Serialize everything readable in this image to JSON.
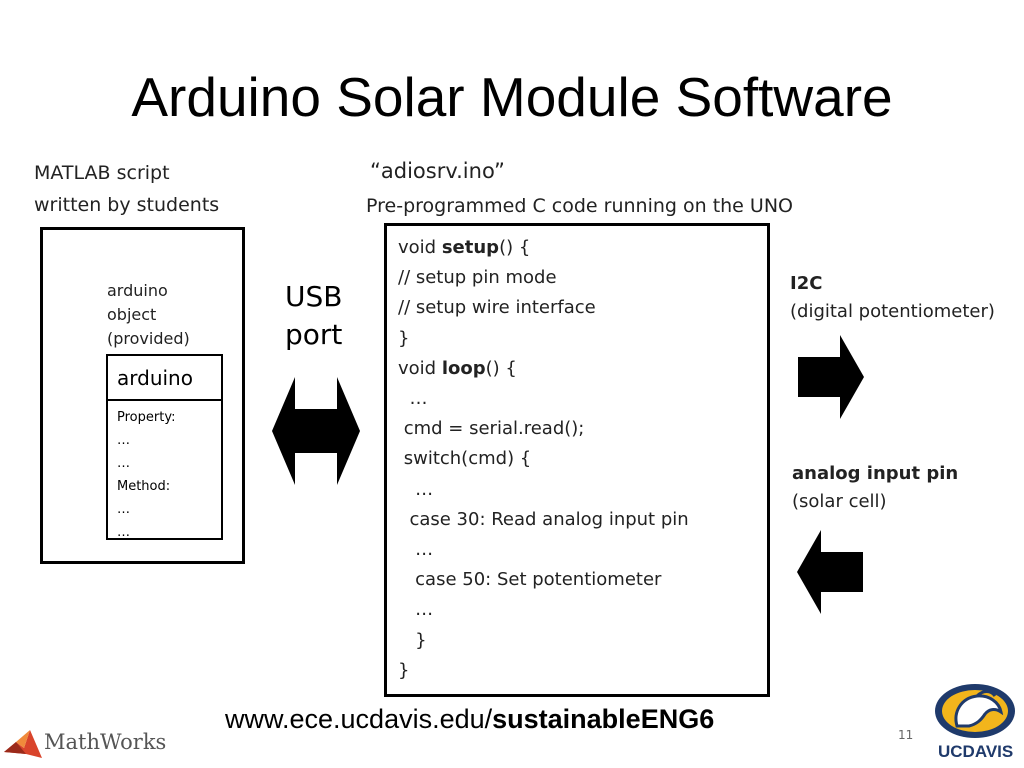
{
  "slide": {
    "title": "Arduino Solar Module Software",
    "page_number": "11",
    "url_prefix": "www.ece.ucdavis.edu/",
    "url_bold": "sustainableENG6"
  },
  "matlab": {
    "caption_line1": "MATLAB script",
    "caption_line2": "written by students",
    "object_label": [
      "arduino",
      "object",
      "(provided)"
    ],
    "class_name": "arduino",
    "members": [
      "Property:",
      "…",
      "…",
      "Method:",
      "…",
      "…"
    ]
  },
  "usb": {
    "line1": "USB",
    "line2": "port"
  },
  "sketch": {
    "filename": "“adiosrv.ino”",
    "subtitle": "Pre-programmed C code running on the UNO",
    "code": [
      {
        "pre": "void ",
        "bold": "setup",
        "post": "() {"
      },
      {
        "pre": "// setup pin mode",
        "bold": "",
        "post": ""
      },
      {
        "pre": "// setup wire interface",
        "bold": "",
        "post": ""
      },
      {
        "pre": "}",
        "bold": "",
        "post": ""
      },
      {
        "pre": "void ",
        "bold": "loop",
        "post": "() {"
      },
      {
        "pre": "  …",
        "bold": "",
        "post": ""
      },
      {
        "pre": " cmd = serial.read();",
        "bold": "",
        "post": ""
      },
      {
        "pre": " switch(cmd) {",
        "bold": "",
        "post": ""
      },
      {
        "pre": "   …",
        "bold": "",
        "post": ""
      },
      {
        "pre": "  case 30: Read analog input pin",
        "bold": "",
        "post": ""
      },
      {
        "pre": "   …",
        "bold": "",
        "post": ""
      },
      {
        "pre": "   case 50: Set potentiometer",
        "bold": "",
        "post": ""
      },
      {
        "pre": "   …",
        "bold": "",
        "post": ""
      },
      {
        "pre": "   }",
        "bold": "",
        "post": ""
      },
      {
        "pre": "}",
        "bold": "",
        "post": ""
      }
    ]
  },
  "i2c": {
    "label": "I2C",
    "detail": "(digital potentiometer)"
  },
  "analog": {
    "label": "analog input pin",
    "detail": "(solar cell)"
  },
  "logos": {
    "mathworks": "MathWorks",
    "ucdavis": "UCDAVIS"
  },
  "colors": {
    "mathworks_red": "#d9442b",
    "mathworks_orange": "#f08a3b",
    "uc_blue": "#1f3a6b",
    "uc_gold": "#f2b51c"
  }
}
